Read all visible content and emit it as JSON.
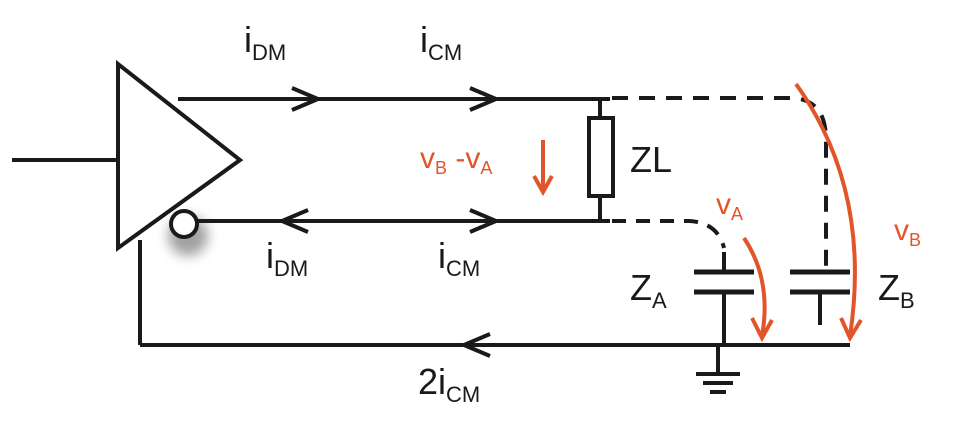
{
  "labels": {
    "idm_top": {
      "main": "i",
      "sub": "DM"
    },
    "icm_top": {
      "main": "i",
      "sub": "CM"
    },
    "idm_bottom": {
      "main": "i",
      "sub": "DM"
    },
    "icm_bottom": {
      "main": "i",
      "sub": "CM"
    },
    "load": "ZL",
    "vdiff": {
      "v1": "v",
      "s1": "B",
      "sep": " -v",
      "s2": "A"
    },
    "va": {
      "main": "v",
      "sub": "A"
    },
    "vb": {
      "main": "v",
      "sub": "B"
    },
    "za": {
      "main": "Z",
      "sub": "A"
    },
    "zb": {
      "main": "Z",
      "sub": "B"
    },
    "return_current": {
      "pre": "2i",
      "sub": "CM"
    }
  },
  "colors": {
    "wire": "#1a1a1a",
    "accent": "#e2552a"
  }
}
